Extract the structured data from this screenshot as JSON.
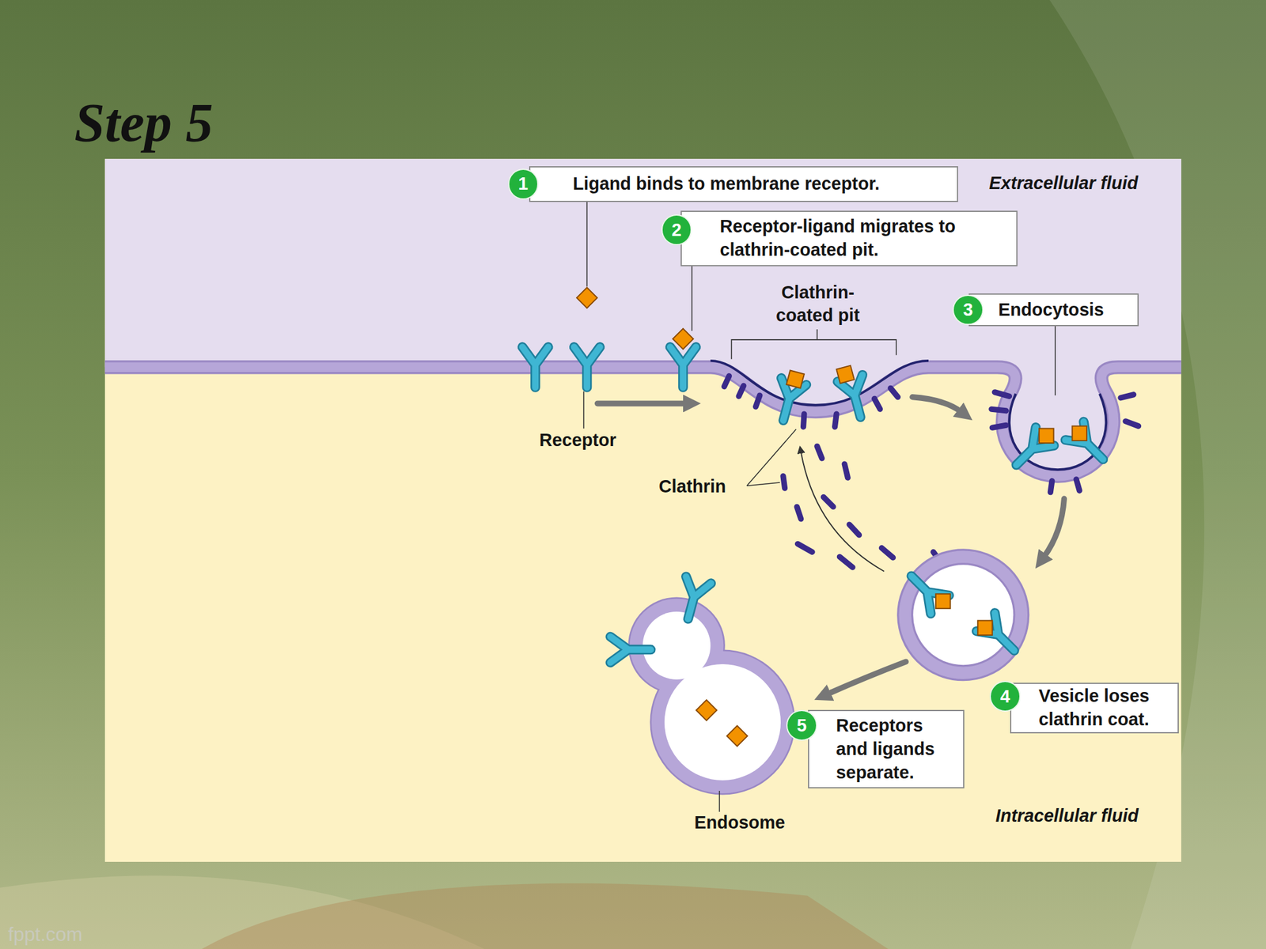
{
  "diagram": {
    "title": "Step 5",
    "nodes": [
      {
        "text": [
          "Ligand binds to membrane receptor."
        ]
      },
      {
        "text": [
          "Receptor-ligand migrates to clathrin-coated pit."
        ]
      },
      {
        "text": [
          "Endocytosis"
        ]
      },
      {
        "text": [
          "Vesicle loses clathrin coat."
        ]
      },
      {
        "text": [
          "Receptors and ligands separate."
        ]
      }
    ],
    "labels": [
      "Extracellular fluid",
      "1",
      "2",
      "Clathrin- coated pit",
      "3",
      "Receptor",
      "Clathrin",
      "4",
      "5",
      "Endosome",
      "Intracellular fluid",
      "fppt.com"
    ]
  }
}
